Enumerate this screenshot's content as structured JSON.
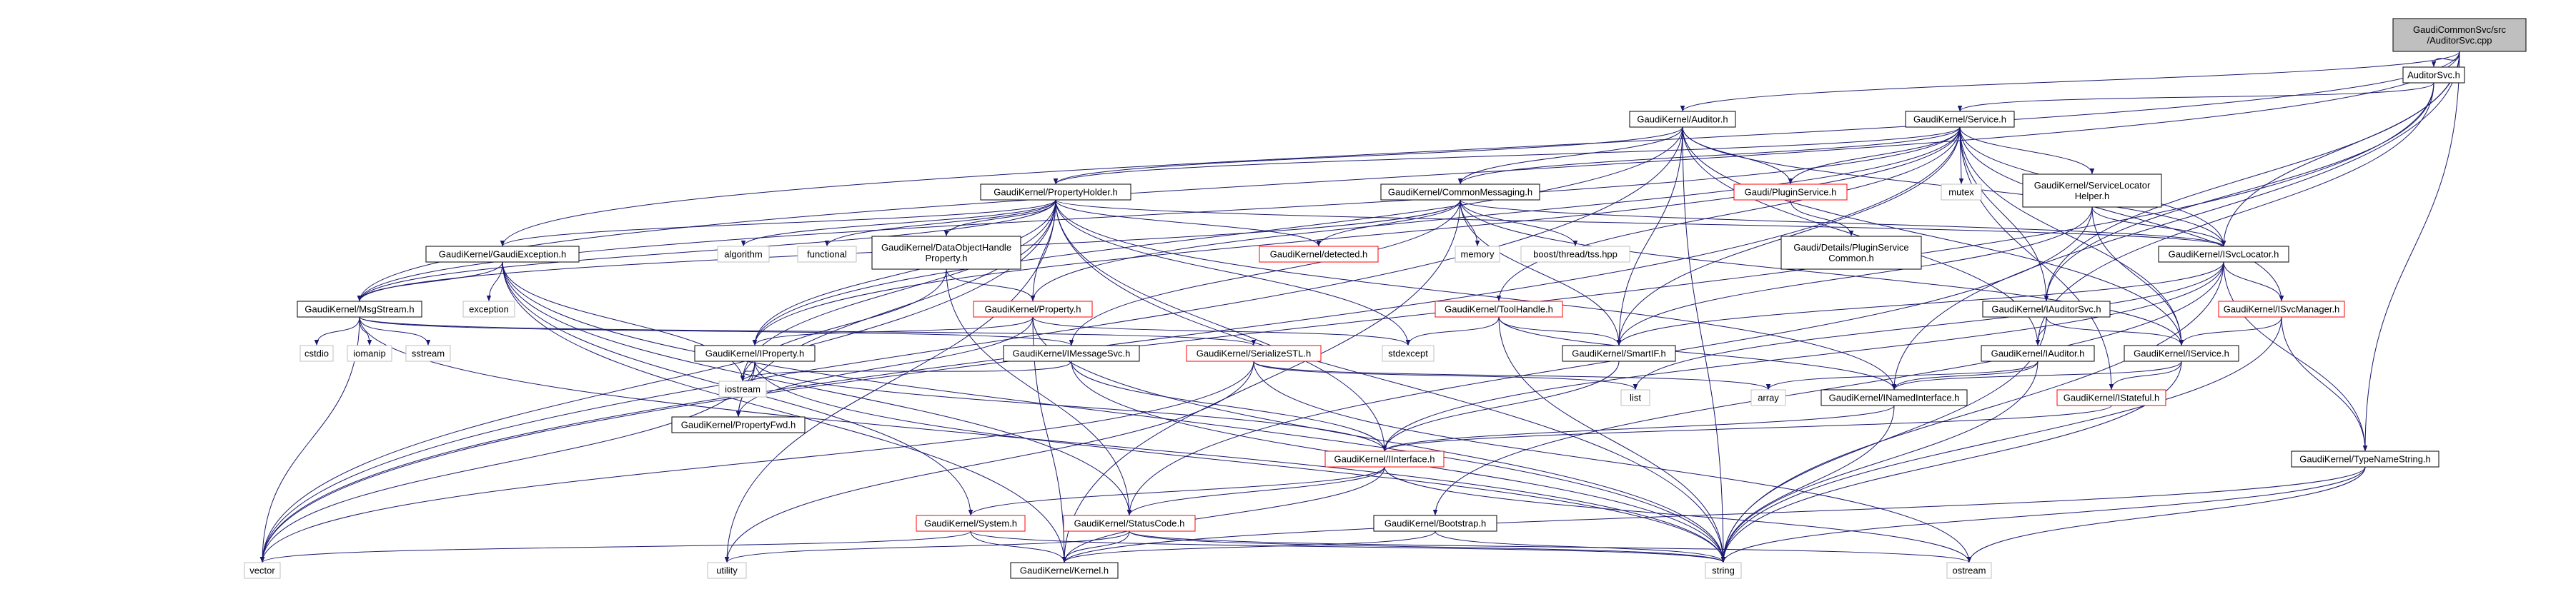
{
  "colors": {
    "edge": "#191970",
    "box_border_normal": "#000000",
    "box_border_incomplete": "#ff0000",
    "box_border_system": "#bfbfbf",
    "root_fill": "#bfbfbf",
    "box_fill": "#ffffff",
    "text": "#000000"
  },
  "nodes": [
    {
      "id": "root",
      "lines": [
        "GaudiCommonSvc/src",
        "/AuditorSvc.cpp"
      ],
      "kind": "root"
    },
    {
      "id": "auditorsvc_h",
      "lines": [
        "AuditorSvc.h"
      ],
      "kind": "normal"
    },
    {
      "id": "auditor_h",
      "lines": [
        "GaudiKernel/Auditor.h"
      ],
      "kind": "normal"
    },
    {
      "id": "service_h",
      "lines": [
        "GaudiKernel/Service.h"
      ],
      "kind": "normal"
    },
    {
      "id": "propertyholder_h",
      "lines": [
        "GaudiKernel/PropertyHolder.h"
      ],
      "kind": "normal"
    },
    {
      "id": "commonmessaging_h",
      "lines": [
        "GaudiKernel/CommonMessaging.h"
      ],
      "kind": "normal"
    },
    {
      "id": "pluginservice_h",
      "lines": [
        "Gaudi/PluginService.h"
      ],
      "kind": "incomplete"
    },
    {
      "id": "mutex",
      "lines": [
        "mutex"
      ],
      "kind": "system"
    },
    {
      "id": "servicelocatorhelper_h",
      "lines": [
        "GaudiKernel/ServiceLocator",
        "Helper.h"
      ],
      "kind": "normal"
    },
    {
      "id": "gaudiexception_h",
      "lines": [
        "GaudiKernel/GaudiException.h"
      ],
      "kind": "normal"
    },
    {
      "id": "algorithm",
      "lines": [
        "algorithm"
      ],
      "kind": "system"
    },
    {
      "id": "functional",
      "lines": [
        "functional"
      ],
      "kind": "system"
    },
    {
      "id": "dataobjecthandleproperty_h",
      "lines": [
        "GaudiKernel/DataObjectHandle",
        "Property.h"
      ],
      "kind": "normal"
    },
    {
      "id": "detected_h",
      "lines": [
        "GaudiKernel/detected.h"
      ],
      "kind": "incomplete"
    },
    {
      "id": "memory",
      "lines": [
        "memory"
      ],
      "kind": "system"
    },
    {
      "id": "threadtss_hpp",
      "lines": [
        "boost/thread/tss.hpp"
      ],
      "kind": "system"
    },
    {
      "id": "pluginservicecommon_h",
      "lines": [
        "Gaudi/Details/PluginService",
        "Common.h"
      ],
      "kind": "normal"
    },
    {
      "id": "isvclocator_h",
      "lines": [
        "GaudiKernel/ISvcLocator.h"
      ],
      "kind": "normal"
    },
    {
      "id": "exception",
      "lines": [
        "exception"
      ],
      "kind": "system"
    },
    {
      "id": "msgstream_h",
      "lines": [
        "GaudiKernel/MsgStream.h"
      ],
      "kind": "normal"
    },
    {
      "id": "property_h_red",
      "lines": [
        "GaudiKernel/Property.h"
      ],
      "kind": "incomplete"
    },
    {
      "id": "toolhandle_h",
      "lines": [
        "GaudiKernel/ToolHandle.h"
      ],
      "kind": "incomplete"
    },
    {
      "id": "iauditorsvc_h",
      "lines": [
        "GaudiKernel/IAuditorSvc.h"
      ],
      "kind": "normal"
    },
    {
      "id": "isvcmanager_h",
      "lines": [
        "GaudiKernel/ISvcManager.h"
      ],
      "kind": "incomplete"
    },
    {
      "id": "cstdio",
      "lines": [
        "cstdio"
      ],
      "kind": "system"
    },
    {
      "id": "iomanip",
      "lines": [
        "iomanip"
      ],
      "kind": "system"
    },
    {
      "id": "sstream",
      "lines": [
        "sstream"
      ],
      "kind": "system"
    },
    {
      "id": "iproperty_h",
      "lines": [
        "GaudiKernel/IProperty.h"
      ],
      "kind": "normal"
    },
    {
      "id": "imessagesvc_h",
      "lines": [
        "GaudiKernel/IMessageSvc.h"
      ],
      "kind": "normal"
    },
    {
      "id": "serializestl_h",
      "lines": [
        "GaudiKernel/SerializeSTL.h"
      ],
      "kind": "incomplete"
    },
    {
      "id": "stdexcept",
      "lines": [
        "stdexcept"
      ],
      "kind": "system"
    },
    {
      "id": "smartif_h",
      "lines": [
        "GaudiKernel/SmartIF.h"
      ],
      "kind": "normal"
    },
    {
      "id": "iauditor_h",
      "lines": [
        "GaudiKernel/IAuditor.h"
      ],
      "kind": "normal"
    },
    {
      "id": "iservice_h",
      "lines": [
        "GaudiKernel/IService.h"
      ],
      "kind": "normal"
    },
    {
      "id": "iostream",
      "lines": [
        "iostream"
      ],
      "kind": "system"
    },
    {
      "id": "list",
      "lines": [
        "list"
      ],
      "kind": "system"
    },
    {
      "id": "array",
      "lines": [
        "array"
      ],
      "kind": "system"
    },
    {
      "id": "inamedinterface_h",
      "lines": [
        "GaudiKernel/INamedInterface.h"
      ],
      "kind": "normal"
    },
    {
      "id": "istateful_h",
      "lines": [
        "GaudiKernel/IStateful.h"
      ],
      "kind": "incomplete"
    },
    {
      "id": "propertyfwd_h",
      "lines": [
        "GaudiKernel/PropertyFwd.h"
      ],
      "kind": "normal"
    },
    {
      "id": "iinterface_h",
      "lines": [
        "GaudiKernel/IInterface.h"
      ],
      "kind": "incomplete"
    },
    {
      "id": "typenamestring_h",
      "lines": [
        "GaudiKernel/TypeNameString.h"
      ],
      "kind": "normal"
    },
    {
      "id": "system_h",
      "lines": [
        "GaudiKernel/System.h"
      ],
      "kind": "incomplete"
    },
    {
      "id": "statuscode_h",
      "lines": [
        "GaudiKernel/StatusCode.h"
      ],
      "kind": "incomplete"
    },
    {
      "id": "bootstrap_h",
      "lines": [
        "GaudiKernel/Bootstrap.h"
      ],
      "kind": "normal"
    },
    {
      "id": "vector",
      "lines": [
        "vector"
      ],
      "kind": "system"
    },
    {
      "id": "utility",
      "lines": [
        "utility"
      ],
      "kind": "system"
    },
    {
      "id": "kernel_h",
      "lines": [
        "GaudiKernel/Kernel.h"
      ],
      "kind": "normal"
    },
    {
      "id": "string",
      "lines": [
        "string"
      ],
      "kind": "system"
    },
    {
      "id": "ostream",
      "lines": [
        "ostream"
      ],
      "kind": "system"
    }
  ],
  "edges": [
    [
      "root",
      "auditorsvc_h"
    ],
    [
      "root",
      "auditor_h"
    ],
    [
      "root",
      "isvclocator_h"
    ],
    [
      "root",
      "gaudiexception_h"
    ],
    [
      "root",
      "msgstream_h"
    ],
    [
      "root",
      "inamedinterface_h"
    ],
    [
      "root",
      "typenamestring_h"
    ],
    [
      "root",
      "iauditorsvc_h"
    ],
    [
      "auditorsvc_h",
      "service_h"
    ],
    [
      "auditorsvc_h",
      "iauditorsvc_h"
    ],
    [
      "auditorsvc_h",
      "iauditor_h"
    ],
    [
      "auditorsvc_h",
      "vector"
    ],
    [
      "auditor_h",
      "propertyholder_h"
    ],
    [
      "auditor_h",
      "commonmessaging_h"
    ],
    [
      "auditor_h",
      "pluginservice_h"
    ],
    [
      "auditor_h",
      "iauditor_h"
    ],
    [
      "auditor_h",
      "iservice_h"
    ],
    [
      "auditor_h",
      "isvclocator_h"
    ],
    [
      "auditor_h",
      "iproperty_h"
    ],
    [
      "auditor_h",
      "string"
    ],
    [
      "auditor_h",
      "vector"
    ],
    [
      "auditor_h",
      "smartif_h"
    ],
    [
      "service_h",
      "propertyholder_h"
    ],
    [
      "service_h",
      "commonmessaging_h"
    ],
    [
      "service_h",
      "pluginservice_h"
    ],
    [
      "service_h",
      "servicelocatorhelper_h"
    ],
    [
      "service_h",
      "isvclocator_h"
    ],
    [
      "service_h",
      "iauditorsvc_h"
    ],
    [
      "service_h",
      "isvcmanager_h"
    ],
    [
      "service_h",
      "iservice_h"
    ],
    [
      "service_h",
      "istateful_h"
    ],
    [
      "service_h",
      "mutex"
    ],
    [
      "service_h",
      "property_h_red"
    ],
    [
      "service_h",
      "smartif_h"
    ],
    [
      "service_h",
      "toolhandle_h"
    ],
    [
      "service_h",
      "iproperty_h"
    ],
    [
      "service_h",
      "msgstream_h"
    ],
    [
      "service_h",
      "vector"
    ],
    [
      "propertyholder_h",
      "gaudiexception_h"
    ],
    [
      "propertyholder_h",
      "msgstream_h"
    ],
    [
      "propertyholder_h",
      "algorithm"
    ],
    [
      "propertyholder_h",
      "functional"
    ],
    [
      "propertyholder_h",
      "dataobjecthandleproperty_h"
    ],
    [
      "propertyholder_h",
      "detected_h"
    ],
    [
      "propertyholder_h",
      "property_h_red"
    ],
    [
      "propertyholder_h",
      "isvclocator_h"
    ],
    [
      "propertyholder_h",
      "iproperty_h"
    ],
    [
      "propertyholder_h",
      "iinterface_h"
    ],
    [
      "propertyholder_h",
      "stdexcept"
    ],
    [
      "propertyholder_h",
      "iostream"
    ],
    [
      "propertyholder_h",
      "string"
    ],
    [
      "propertyholder_h",
      "vector"
    ],
    [
      "propertyholder_h",
      "utility"
    ],
    [
      "propertyholder_h",
      "propertyfwd_h"
    ],
    [
      "propertyholder_h",
      "inamedinterface_h"
    ],
    [
      "commonmessaging_h",
      "detected_h"
    ],
    [
      "commonmessaging_h",
      "memory"
    ],
    [
      "commonmessaging_h",
      "threadtss_hpp"
    ],
    [
      "commonmessaging_h",
      "msgstream_h"
    ],
    [
      "commonmessaging_h",
      "imessagesvc_h"
    ],
    [
      "commonmessaging_h",
      "isvclocator_h"
    ],
    [
      "commonmessaging_h",
      "smartif_h"
    ],
    [
      "commonmessaging_h",
      "iservice_h"
    ],
    [
      "commonmessaging_h",
      "kernel_h"
    ],
    [
      "pluginservice_h",
      "pluginservicecommon_h"
    ],
    [
      "servicelocatorhelper_h",
      "isvclocator_h"
    ],
    [
      "servicelocatorhelper_h",
      "iservice_h"
    ],
    [
      "servicelocatorhelper_h",
      "smartif_h"
    ],
    [
      "servicelocatorhelper_h",
      "statuscode_h"
    ],
    [
      "gaudiexception_h",
      "exception"
    ],
    [
      "gaudiexception_h",
      "msgstream_h"
    ],
    [
      "gaudiexception_h",
      "statuscode_h"
    ],
    [
      "gaudiexception_h",
      "system_h"
    ],
    [
      "gaudiexception_h",
      "iostream"
    ],
    [
      "gaudiexception_h",
      "string"
    ],
    [
      "gaudiexception_h",
      "kernel_h"
    ],
    [
      "dataobjecthandleproperty_h",
      "property_h_red"
    ],
    [
      "dataobjecthandleproperty_h",
      "iostream"
    ],
    [
      "dataobjecthandleproperty_h",
      "statuscode_h"
    ],
    [
      "isvclocator_h",
      "isvcmanager_h"
    ],
    [
      "isvclocator_h",
      "typenamestring_h"
    ],
    [
      "isvclocator_h",
      "smartif_h"
    ],
    [
      "isvclocator_h",
      "iinterface_h"
    ],
    [
      "isvclocator_h",
      "list"
    ],
    [
      "isvclocator_h",
      "string"
    ],
    [
      "isvclocator_h",
      "bootstrap_h"
    ],
    [
      "msgstream_h",
      "cstdio"
    ],
    [
      "msgstream_h",
      "iomanip"
    ],
    [
      "msgstream_h",
      "sstream"
    ],
    [
      "msgstream_h",
      "imessagesvc_h"
    ],
    [
      "msgstream_h",
      "serializestl_h"
    ],
    [
      "msgstream_h",
      "string"
    ],
    [
      "msgstream_h",
      "vector"
    ],
    [
      "property_h_red",
      "iproperty_h"
    ],
    [
      "property_h_red",
      "propertyfwd_h"
    ],
    [
      "property_h_red",
      "stdexcept"
    ],
    [
      "property_h_red",
      "string"
    ],
    [
      "property_h_red",
      "kernel_h"
    ],
    [
      "toolhandle_h",
      "stdexcept"
    ],
    [
      "toolhandle_h",
      "smartif_h"
    ],
    [
      "toolhandle_h",
      "inamedinterface_h"
    ],
    [
      "toolhandle_h",
      "string"
    ],
    [
      "iauditorsvc_h",
      "iauditor_h"
    ],
    [
      "iauditorsvc_h",
      "iservice_h"
    ],
    [
      "iauditorsvc_h",
      "string"
    ],
    [
      "isvcmanager_h",
      "iservice_h"
    ],
    [
      "isvcmanager_h",
      "typenamestring_h"
    ],
    [
      "isvcmanager_h",
      "string"
    ],
    [
      "iproperty_h",
      "propertyfwd_h"
    ],
    [
      "iproperty_h",
      "iinterface_h"
    ],
    [
      "iproperty_h",
      "iostream"
    ],
    [
      "iproperty_h",
      "string"
    ],
    [
      "iproperty_h",
      "vector"
    ],
    [
      "imessagesvc_h",
      "iinterface_h"
    ],
    [
      "imessagesvc_h",
      "iostream"
    ],
    [
      "imessagesvc_h",
      "string"
    ],
    [
      "serializestl_h",
      "array"
    ],
    [
      "serializestl_h",
      "list"
    ],
    [
      "serializestl_h",
      "ostream"
    ],
    [
      "serializestl_h",
      "utility"
    ],
    [
      "serializestl_h",
      "vector"
    ],
    [
      "smartif_h",
      "iinterface_h"
    ],
    [
      "iauditor_h",
      "inamedinterface_h"
    ],
    [
      "iauditor_h",
      "array"
    ],
    [
      "iauditor_h",
      "string"
    ],
    [
      "iservice_h",
      "inamedinterface_h"
    ],
    [
      "iservice_h",
      "istateful_h"
    ],
    [
      "iservice_h",
      "string"
    ],
    [
      "inamedinterface_h",
      "iinterface_h"
    ],
    [
      "inamedinterface_h",
      "string"
    ],
    [
      "istateful_h",
      "iinterface_h"
    ],
    [
      "iinterface_h",
      "system_h"
    ],
    [
      "iinterface_h",
      "statuscode_h"
    ],
    [
      "iinterface_h",
      "kernel_h"
    ],
    [
      "iinterface_h",
      "ostream"
    ],
    [
      "typenamestring_h",
      "string"
    ],
    [
      "typenamestring_h",
      "ostream"
    ],
    [
      "typenamestring_h",
      "kernel_h"
    ],
    [
      "system_h",
      "vector"
    ],
    [
      "system_h",
      "string"
    ],
    [
      "system_h",
      "kernel_h"
    ],
    [
      "statuscode_h",
      "ostream"
    ],
    [
      "statuscode_h",
      "utility"
    ],
    [
      "statuscode_h",
      "kernel_h"
    ],
    [
      "statuscode_h",
      "string"
    ],
    [
      "bootstrap_h",
      "string"
    ],
    [
      "bootstrap_h",
      "kernel_h"
    ]
  ]
}
